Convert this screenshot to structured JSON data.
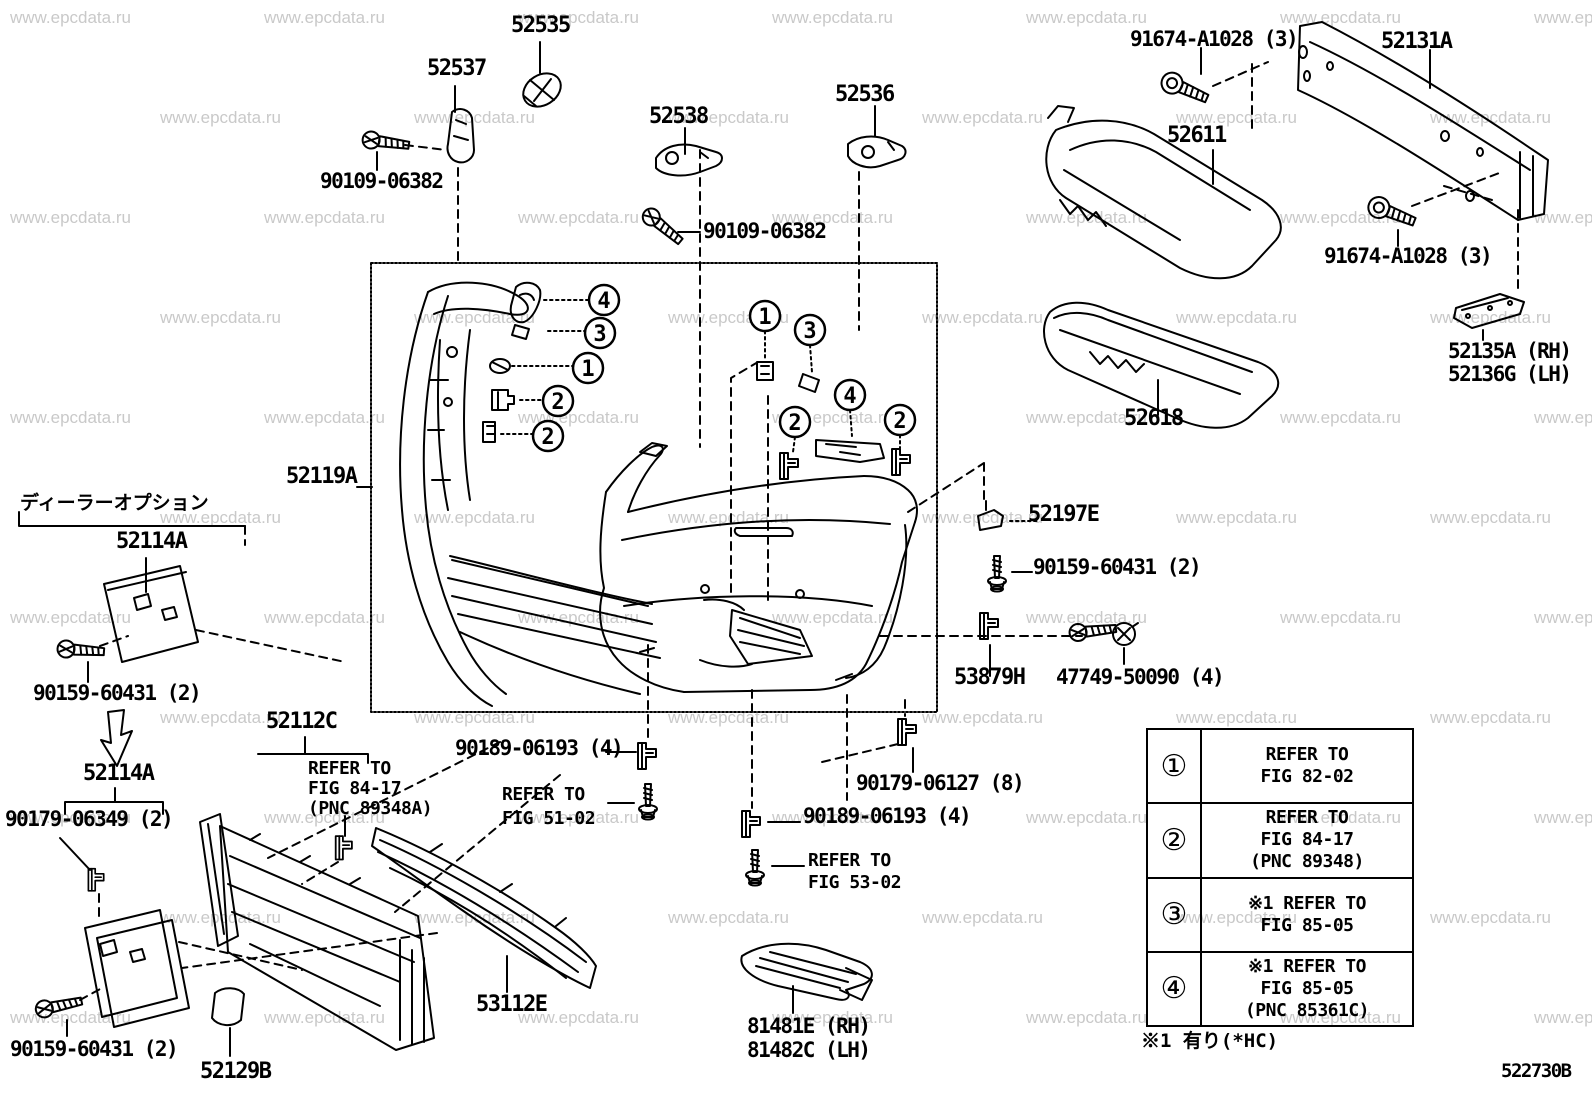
{
  "watermark": {
    "text": "www.epcdata.ru"
  },
  "callouts": {
    "n1": "1",
    "n2": "2",
    "n3": "3",
    "n4": "4"
  },
  "labels": {
    "part_52535": "52535",
    "part_52537": "52537",
    "screw_90109_top": "90109-06382",
    "part_52538": "52538",
    "part_52536": "52536",
    "screw_90109_mid": "90109-06382",
    "bolt_91674_top": "91674-A1028 (3)",
    "part_52131a": "52131A",
    "part_52611": "52611",
    "bolt_91674_right": "91674-A1028 (3)",
    "part_52135a": "52135A (RH)",
    "part_52136g": "52136G (LH)",
    "part_52618": "52618",
    "part_52119a": "52119A",
    "part_52197e": "52197E",
    "screw_90159_right": "90159-60431 (2)",
    "part_53879h": "53879H",
    "part_47749": "47749-50090 (4)",
    "dealer_option": "ディーラーオプション",
    "part_52114a_top": "52114A",
    "screw_90159_left1": "90159-60431 (2)",
    "part_52114a_bottom": "52114A",
    "clip_90179_06349": "90179-06349 (2)",
    "screw_90159_left2": "90159-60431 (2)",
    "part_52129b": "52129B",
    "part_52112c": "52112C",
    "refer_8417_l1": "REFER TO",
    "refer_8417_l2": "FIG 84-17",
    "refer_8417_l3": "(PNC 89348A)",
    "clip_90189_1": "90189-06193 (4)",
    "refer_5102_l1": "REFER TO",
    "refer_5102_l2": "FIG 51-02",
    "refer_5302_l1": "REFER TO",
    "refer_5302_l2": "FIG 53-02",
    "part_53112e": "53112E",
    "part_81481e": "81481E (RH)",
    "part_81482c": "81482C (LH)",
    "clip_90179_06127": "90179-06127 (8)",
    "clip_90189_2": "90189-06193 (4)",
    "footnote": "※1 有り(*HC)",
    "diagram_code": "522730B"
  },
  "legend": {
    "rows": [
      {
        "num": "①",
        "lines": [
          "REFER TO",
          "FIG 82-02"
        ]
      },
      {
        "num": "②",
        "lines": [
          "REFER TO",
          "FIG 84-17",
          "(PNC 89348)"
        ]
      },
      {
        "num": "③",
        "lines": [
          "※1 REFER TO",
          "FIG 85-05"
        ]
      },
      {
        "num": "④",
        "lines": [
          "※1 REFER TO",
          "FIG 85-05",
          "(PNC 85361C)"
        ]
      }
    ]
  }
}
